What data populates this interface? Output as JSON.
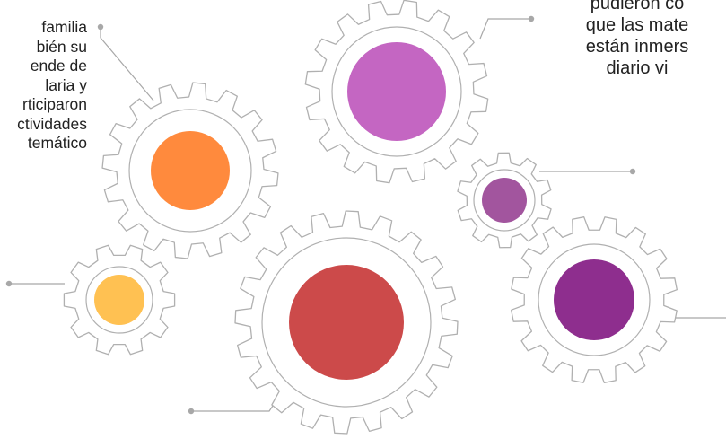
{
  "text_left": [
    "familia",
    "bién su",
    "ende de",
    "laria y",
    "rticiparon",
    "ctividades",
    "temático"
  ],
  "text_right": [
    "pudieron co",
    "que las mate",
    "están inmers",
    "diario vi"
  ],
  "colors": {
    "orange": "#FF8A3D",
    "pink_violet": "#C466C2",
    "light_purple": "#A2559E",
    "yellow": "#FFC152",
    "red": "#CC4A4A",
    "purple": "#8E2E8E",
    "outline": "#B0B0B0",
    "dot": "#A8A8A8"
  },
  "gears": [
    {
      "name": "gear-orange",
      "color": "orange"
    },
    {
      "name": "gear-pink",
      "color": "pink_violet"
    },
    {
      "name": "gear-small-violet",
      "color": "light_purple"
    },
    {
      "name": "gear-yellow",
      "color": "yellow"
    },
    {
      "name": "gear-red",
      "color": "red"
    },
    {
      "name": "gear-purple",
      "color": "purple"
    }
  ]
}
